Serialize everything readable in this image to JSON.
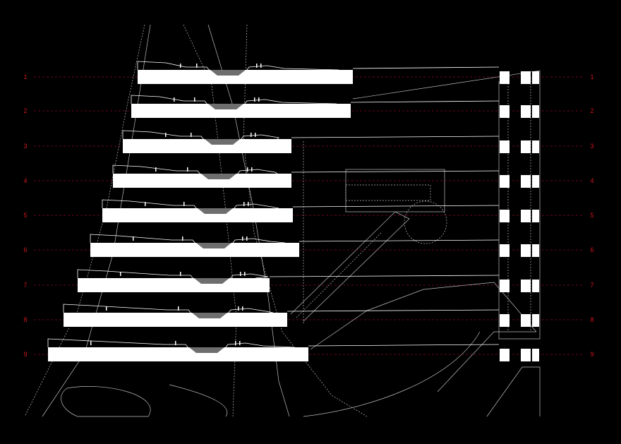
{
  "diagram": {
    "colors": {
      "background": "#000000",
      "section_fill": "#ffffff",
      "channel_fill": "#6e6e6e",
      "guide_line": "#c8102e",
      "label": "#d0161d",
      "linework": "#bdbdbd"
    },
    "sections": [
      {
        "label_left": "1",
        "label_right": "1"
      },
      {
        "label_left": "2",
        "label_right": "2"
      },
      {
        "label_left": "3",
        "label_right": "3"
      },
      {
        "label_left": "4",
        "label_right": "4"
      },
      {
        "label_left": "5",
        "label_right": "5"
      },
      {
        "label_left": "6",
        "label_right": "6"
      },
      {
        "label_left": "7",
        "label_right": "7"
      },
      {
        "label_left": "8",
        "label_right": "8"
      },
      {
        "label_left": "9",
        "label_right": "9"
      }
    ]
  }
}
